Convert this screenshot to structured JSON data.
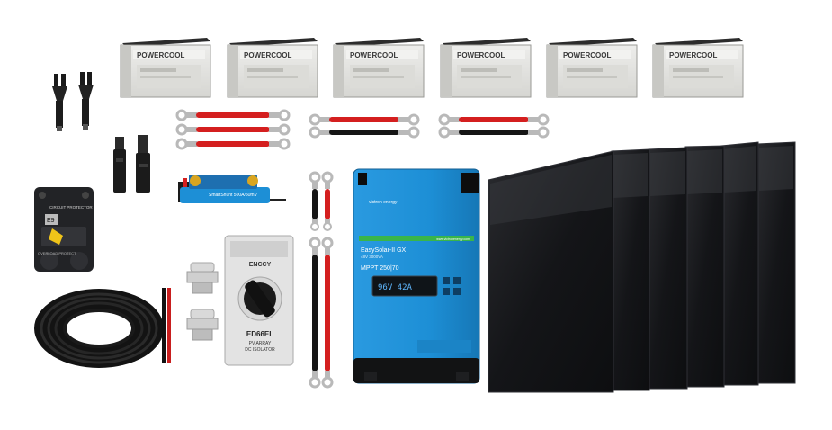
{
  "batteries": {
    "brand": "POWERCOOL",
    "count": 6
  },
  "inverter": {
    "brand": "victron energy",
    "model": "EasySolar-II GX",
    "subtitle": "48V 3000VA",
    "mppt": "MPPT 250|70",
    "display": "96V  42A",
    "stripe_text": "www.victronenergy.com",
    "color": "#1d8fd6"
  },
  "shunt": {
    "label": "SmartShunt 500A/50mV"
  },
  "breaker": {
    "top_label": "CIRCUIT PROTECTOR",
    "code": "E9",
    "bottom_label": "OVERLOAD PROTECT"
  },
  "isolator": {
    "brand": "ENCCY",
    "model": "ED66EL",
    "line1": "PV ARRAY",
    "line2": "DC ISOLATOR"
  },
  "solar_panels": {
    "count": 6
  },
  "colors": {
    "red_cable": "#d41f1f",
    "black_cable": "#151515",
    "lug": "#b9b9b9",
    "panel": "#151619",
    "battery_body": "#e6e6e3"
  }
}
